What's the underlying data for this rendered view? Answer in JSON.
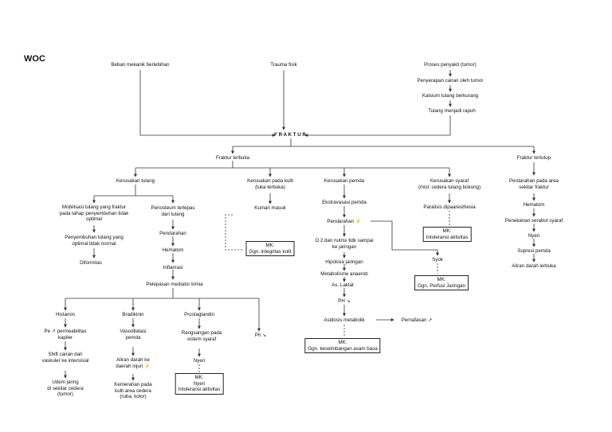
{
  "title": "WOC",
  "nodes": {
    "beban": "Beban mekanik berlebihan",
    "trauma": "Trauma fisik",
    "proses": "Proses penyakit (tumor)",
    "penyerapan": "Penyerapan cairan oleh tumor",
    "kalsium": "Kalsium tulang berkurang",
    "rapuh": "Tulang menjadi rapuh",
    "fraktur": "F R A K T U R",
    "terbuka": "Fraktur terbuka",
    "tertutup": "Fraktur tertutup",
    "kerusakan_tulang": "Kerusakan tulang",
    "kerusakan_kulit": "Kerusakan pada kulit\n(luka terbuka)",
    "kerusakan_pemda": "Kerusakan pemda",
    "kerusakan_syaraf": "Kerusakan syaraf\n(misl: cedera tulang bokong)",
    "perdarahan_area": "Perdarahan pada area\nsekitar fraktur",
    "mobilisasi": "Mobilisasi tulang yang fraktur\npada tahap penyembuhan tidak\noptimal",
    "penyembuhan": "Penyembuhan tulang yang\noptimal tidak normal",
    "diformitas": "Diformitas",
    "periosteum": "Periosteum terlepas\ndari tulang",
    "pendarahan1": "Pendarahan",
    "hematom1": "Hematom",
    "inflamasi": "Inflamasi",
    "pelepasan": "Pelepasan mediator kimia",
    "kuman": "Kuman masuk",
    "mk_integritas": "MK:\nGgn. integritas kulit",
    "ekstravasasi": "Ekstravasasi pemda",
    "pendarahan2": "Pendarahan ⚡",
    "o2": "O 2 dan nutrisi tidk sampai\nke jaringan",
    "hipoksia": "Hipoksia jaringan",
    "metabolisme": "Metabolisme anaerob",
    "as_laktat": "As. Laktat",
    "ph1": "PH ↘",
    "asidosis": "Asidosis metabolik",
    "pernafasan": "Pernafasan ↗",
    "mk_asam": "MK:\nGgn. keseimbangan asam basa",
    "syok": "Syok",
    "mk_perfusi": "MK:\nGgn. Perfusi Jaringan",
    "paralisis": "Paralisis dipaaresthesia",
    "mk_intoleransi1": "MK:\nIntoleransi aktivitas",
    "hematom2": "Hematom",
    "penekanan": "Penekanan serabut syaraf",
    "nyeri1": "Nyeri",
    "supresi": "Supresi pemda",
    "aliran_lerbuka": "Aliran darah lerbuka",
    "histamin": "Histamin",
    "permeabilitas": "Pe ↗ permeabilitas\nkapiler",
    "shift": "Shift cairan dari\nvaskuler ke intersisial",
    "udem": "Udem jaring\ndi sekitar cedera\n(tumor)",
    "bradikinin": "Bradikinin",
    "vasodilatasi": "Vasodilatasi\npemda",
    "aliran_injuri": "Aliran darah ke\ndaerah injuri ⚡",
    "kemerahan": "Kemerahan pada\nkulit area cedera\n(ruba, kolor)",
    "prostaglandin": "Prostaglandin",
    "rangsangan": "Rangsangan pada\nsistem syaraf",
    "nyeri2": "Nyeri",
    "mk_nyeri": "MK:\nNyeri\nIntoleransi aktivitas",
    "ph2": "Ph ↘"
  }
}
